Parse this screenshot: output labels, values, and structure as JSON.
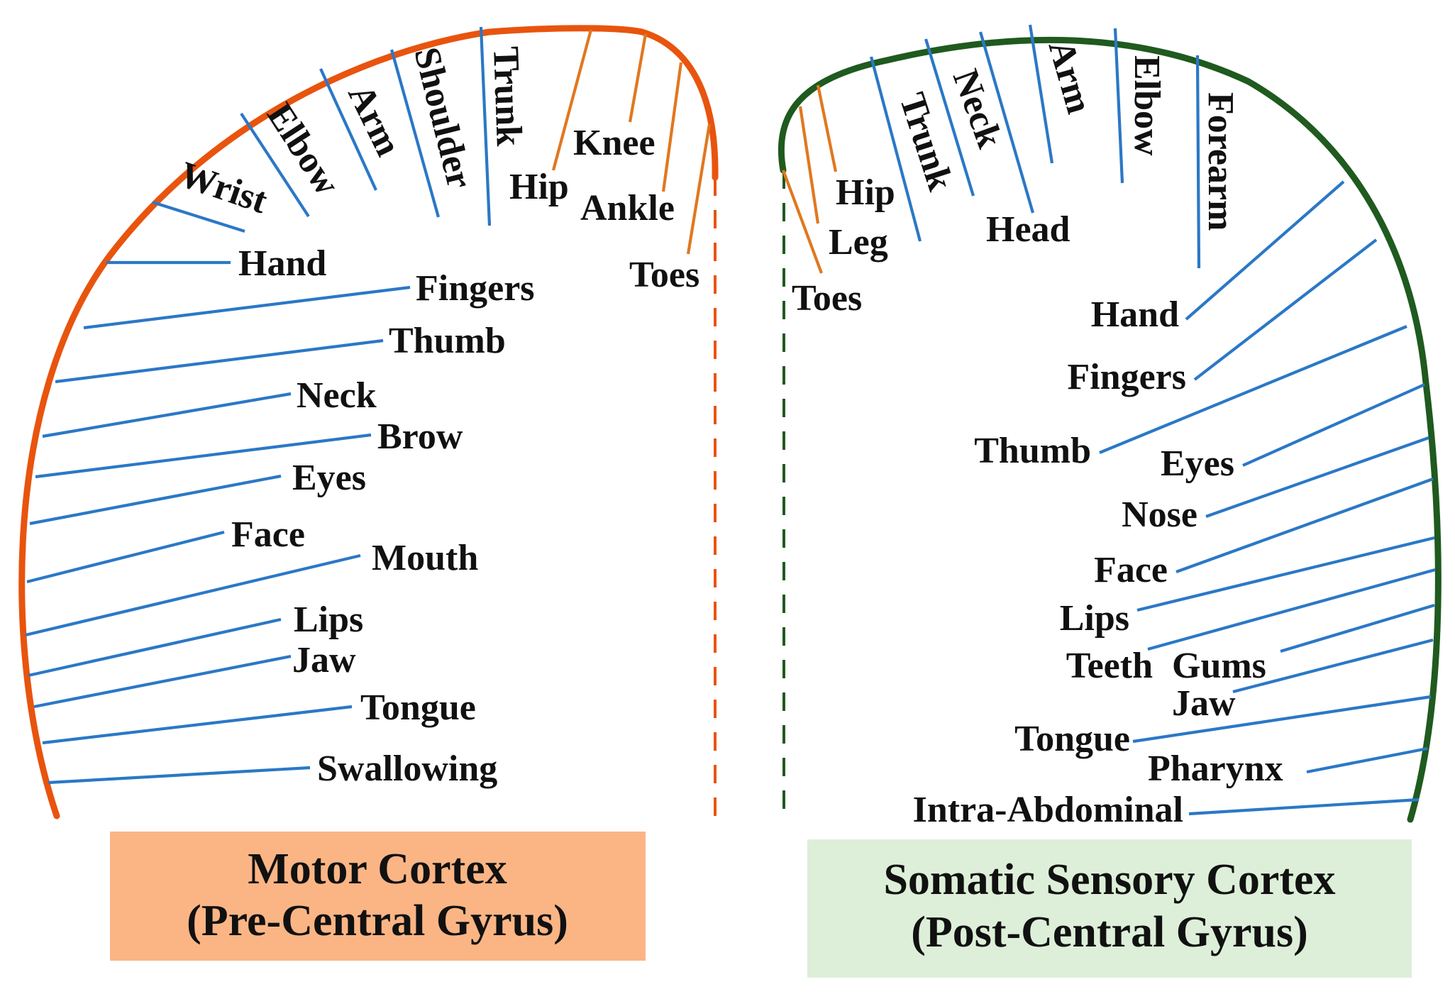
{
  "colors": {
    "motor_rim": "#E8540E",
    "sensory_rim": "#1F5A1F",
    "leader_blue": "#2B78C6",
    "leader_orange": "#E07820",
    "motor_caption_bg": "#FBB585",
    "sensory_caption_bg": "#DDEFD8",
    "text": "#111111"
  },
  "motor": {
    "caption_line1": "Motor Cortex",
    "caption_line2": "(Pre-Central Gyrus)",
    "labels": [
      {
        "text": "Toes",
        "leader": "orange"
      },
      {
        "text": "Ankle",
        "leader": "orange"
      },
      {
        "text": "Knee",
        "leader": "orange"
      },
      {
        "text": "Hip",
        "leader": "orange"
      },
      {
        "text": "Trunk",
        "leader": "blue"
      },
      {
        "text": "Shoulder",
        "leader": "blue"
      },
      {
        "text": "Arm",
        "leader": "blue"
      },
      {
        "text": "Elbow",
        "leader": "blue"
      },
      {
        "text": "Wrist",
        "leader": "blue"
      },
      {
        "text": "Hand",
        "leader": "blue"
      },
      {
        "text": "Fingers",
        "leader": "blue"
      },
      {
        "text": "Thumb",
        "leader": "blue"
      },
      {
        "text": "Neck",
        "leader": "blue"
      },
      {
        "text": "Brow",
        "leader": "blue"
      },
      {
        "text": "Eyes",
        "leader": "blue"
      },
      {
        "text": "Face",
        "leader": "blue"
      },
      {
        "text": "Mouth",
        "leader": "blue"
      },
      {
        "text": "Lips",
        "leader": "blue"
      },
      {
        "text": "Jaw",
        "leader": "blue"
      },
      {
        "text": "Tongue",
        "leader": "blue"
      },
      {
        "text": "Swallowing",
        "leader": "blue"
      }
    ]
  },
  "sensory": {
    "caption_line1": "Somatic Sensory Cortex",
    "caption_line2": "(Post-Central Gyrus)",
    "labels": [
      {
        "text": "Toes",
        "leader": "orange"
      },
      {
        "text": "Leg",
        "leader": "orange"
      },
      {
        "text": "Hip",
        "leader": "orange"
      },
      {
        "text": "Trunk",
        "leader": "blue"
      },
      {
        "text": "Neck",
        "leader": "blue"
      },
      {
        "text": "Head",
        "leader": "blue"
      },
      {
        "text": "Arm",
        "leader": "blue"
      },
      {
        "text": "Elbow",
        "leader": "blue"
      },
      {
        "text": "Forearm",
        "leader": "blue"
      },
      {
        "text": "Hand",
        "leader": "blue"
      },
      {
        "text": "Fingers",
        "leader": "blue"
      },
      {
        "text": "Thumb",
        "leader": "blue"
      },
      {
        "text": "Eyes",
        "leader": "blue"
      },
      {
        "text": "Nose",
        "leader": "blue"
      },
      {
        "text": "Face",
        "leader": "blue"
      },
      {
        "text": "Lips",
        "leader": "blue"
      },
      {
        "text": "Teeth",
        "leader": "blue"
      },
      {
        "text": "Gums",
        "leader": "blue"
      },
      {
        "text": "Jaw",
        "leader": "blue"
      },
      {
        "text": "Tongue",
        "leader": "blue"
      },
      {
        "text": "Pharynx",
        "leader": "blue"
      },
      {
        "text": "Intra-Abdominal",
        "leader": "blue"
      }
    ]
  }
}
